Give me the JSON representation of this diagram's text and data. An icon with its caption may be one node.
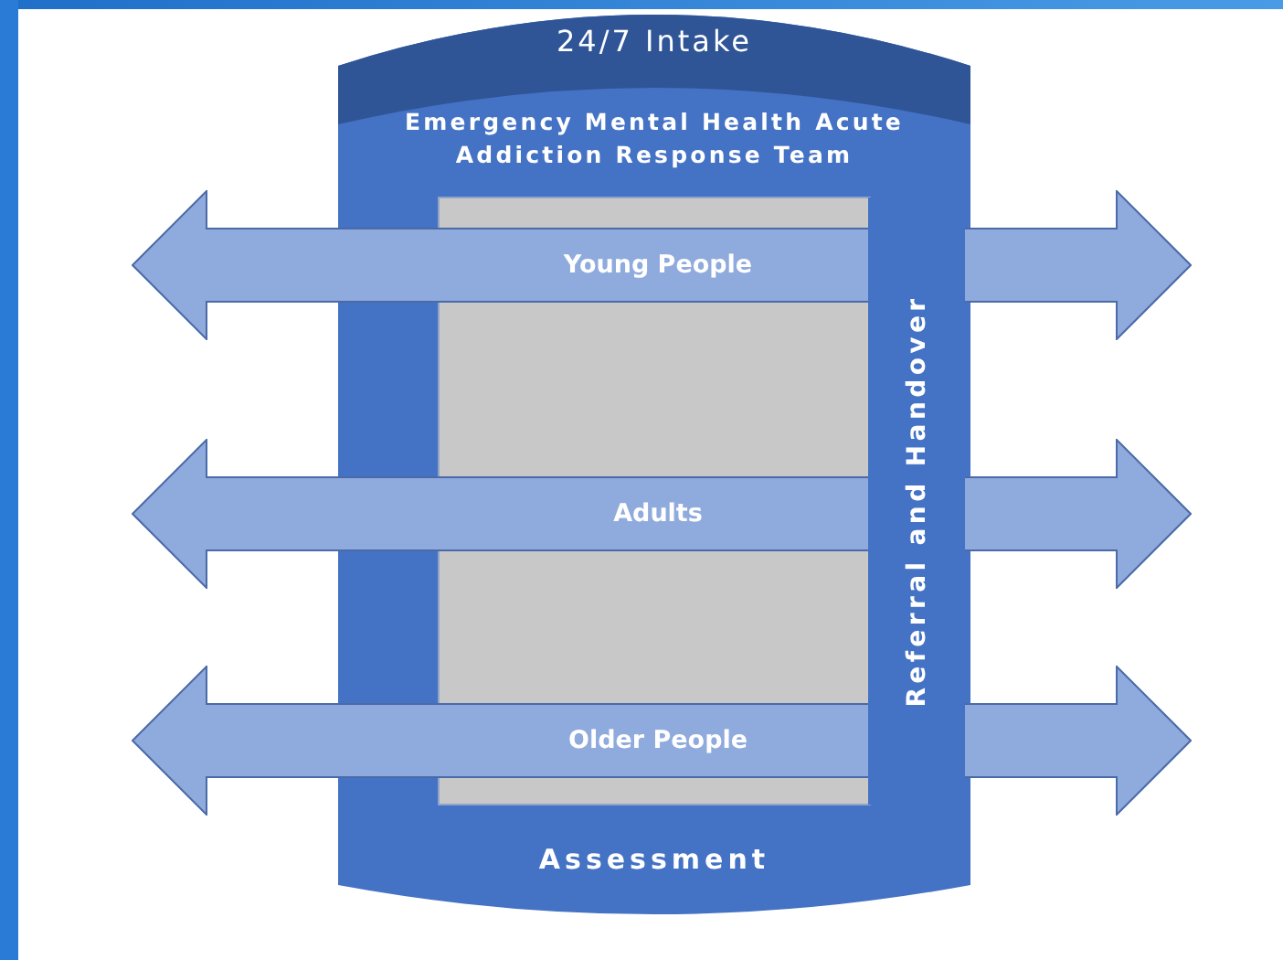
{
  "diagram": {
    "nodes": [
      {
        "text": [
          "24/7 Intake",
          "Emergency Mental Health Acute Addiction Response Team",
          "Assessment"
        ]
      },
      {
        "text": [
          "Referral and Handover"
        ],
        "in": 0
      },
      {
        "text": [
          "Young People"
        ]
      },
      {
        "text": [
          "Adults"
        ]
      },
      {
        "text": [
          "Older People"
        ]
      }
    ],
    "edges": []
  }
}
